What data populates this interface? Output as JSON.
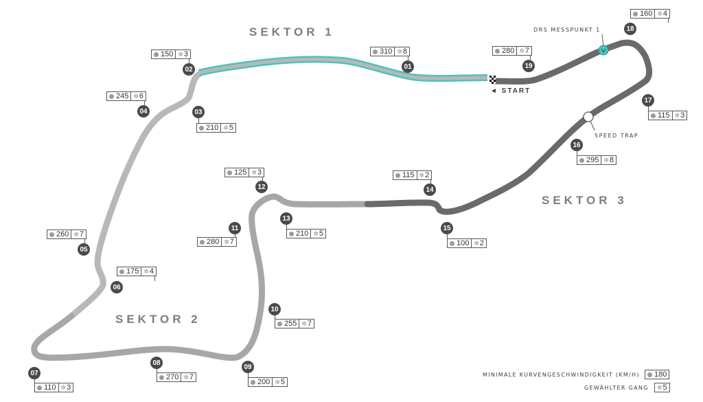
{
  "sectors": [
    "SEKTOR 1",
    "SEKTOR 2",
    "SEKTOR 3"
  ],
  "start_label": "◄ START",
  "drs_label": "DRS MESSPUNKT 1",
  "speed_trap_label": "SPEED TRAP",
  "colors": {
    "sector1": "#b8b8b8",
    "sector2": "#a9a6a6",
    "sector3": "#6a6a6a",
    "drs": "#4cc3bd",
    "number_badge": "#4a4a4a"
  },
  "corners": [
    {
      "id": "01",
      "speed": "310",
      "gear": "8"
    },
    {
      "id": "02",
      "speed": "150",
      "gear": "3"
    },
    {
      "id": "03",
      "speed": "210",
      "gear": "5"
    },
    {
      "id": "04",
      "speed": "245",
      "gear": "6"
    },
    {
      "id": "05",
      "speed": "260",
      "gear": "7"
    },
    {
      "id": "06",
      "speed": "175",
      "gear": "4"
    },
    {
      "id": "07",
      "speed": "110",
      "gear": "3"
    },
    {
      "id": "08",
      "speed": "270",
      "gear": "7"
    },
    {
      "id": "09",
      "speed": "200",
      "gear": "5"
    },
    {
      "id": "10",
      "speed": "255",
      "gear": "7"
    },
    {
      "id": "11",
      "speed": "280",
      "gear": "7"
    },
    {
      "id": "12",
      "speed": "125",
      "gear": "3"
    },
    {
      "id": "13",
      "speed": "210",
      "gear": "5"
    },
    {
      "id": "14",
      "speed": "115",
      "gear": "2"
    },
    {
      "id": "15",
      "speed": "100",
      "gear": "2"
    },
    {
      "id": "16",
      "speed": "295",
      "gear": "8"
    },
    {
      "id": "17",
      "speed": "115",
      "gear": "3"
    },
    {
      "id": "18",
      "speed": "160",
      "gear": "4"
    },
    {
      "id": "19",
      "speed": "280",
      "gear": "7"
    }
  ],
  "legend": {
    "speed_text": "MINIMALE KURVENGESCHWINDIGKEIT (KM/H)",
    "speed_value": "180",
    "gear_text": "GEWÄHLTER GANG",
    "gear_value": "5"
  }
}
